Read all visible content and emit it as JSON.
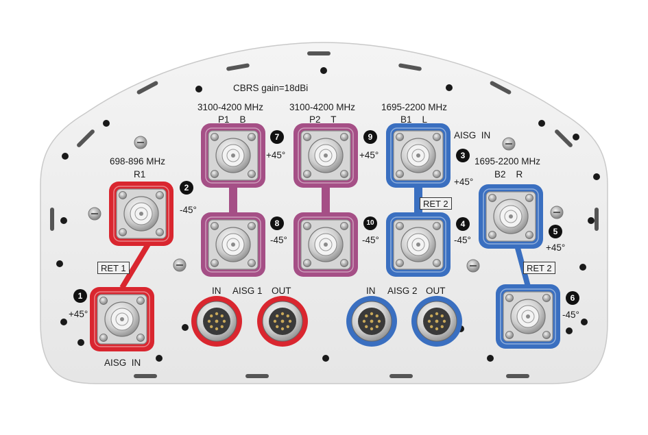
{
  "title": "CBRS gain=18dBi",
  "colors": {
    "red": "#d9262f",
    "purple": "#a54f86",
    "blue": "#3a6fc0",
    "panel": "#ececec"
  },
  "bands": [
    {
      "freq": "698-896 MHz",
      "ports": "R1"
    },
    {
      "freq": "3100-4200 MHz",
      "ports": "P1    B"
    },
    {
      "freq": "3100-4200 MHz",
      "ports": "P2    T"
    },
    {
      "freq": "1695-2200 MHz",
      "ports": "B1    L"
    },
    {
      "freq": "1695-2200 MHz",
      "ports": "B2    R"
    }
  ],
  "ports": [
    {
      "number": "1",
      "polarization": "+45°"
    },
    {
      "number": "2",
      "polarization": "-45°"
    },
    {
      "number": "3",
      "polarization": "+45°"
    },
    {
      "number": "4",
      "polarization": "-45°"
    },
    {
      "number": "5",
      "polarization": "+45°"
    },
    {
      "number": "6",
      "polarization": "-45°"
    },
    {
      "number": "7",
      "polarization": "+45°"
    },
    {
      "number": "8",
      "polarization": "-45°"
    },
    {
      "number": "9",
      "polarization": "+45°"
    },
    {
      "number": "10",
      "polarization": "-45°"
    }
  ],
  "ret_labels": [
    "RET 1",
    "RET 2",
    "RET 2"
  ],
  "aisg": {
    "in_bottom": "AISG  IN",
    "in_top": "AISG  IN",
    "group1": {
      "in": "IN",
      "name": "AISG 1",
      "out": "OUT"
    },
    "group2": {
      "in": "IN",
      "name": "AISG 2",
      "out": "OUT"
    }
  }
}
